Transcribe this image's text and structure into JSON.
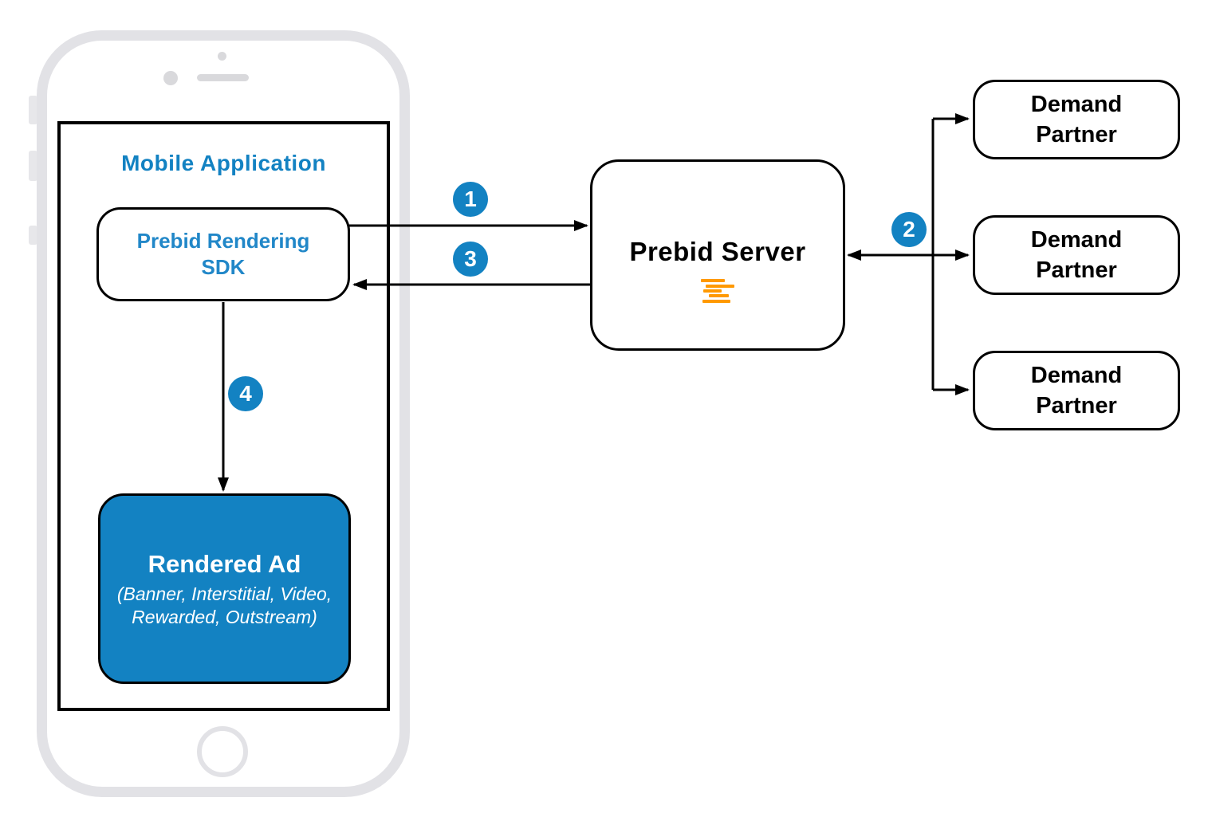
{
  "colors": {
    "accent_blue": "#1382c2",
    "logo_orange": "#ff9900",
    "phone_gray": "#e2e2e6",
    "line_black": "#000000"
  },
  "mobile_app": {
    "title": "Mobile Application"
  },
  "sdk_box": {
    "line1": "Prebid Rendering",
    "line2": "SDK"
  },
  "rendered_ad": {
    "title": "Rendered Ad",
    "subtitle_line1": "(Banner, Interstitial, Video,",
    "subtitle_line2": "Rewarded, Outstream)"
  },
  "prebid_server": {
    "label": "Prebid Server",
    "logo_icon": "prebid-logo-bars"
  },
  "demand_partners": [
    {
      "line1": "Demand",
      "line2": "Partner"
    },
    {
      "line1": "Demand",
      "line2": "Partner"
    },
    {
      "line1": "Demand",
      "line2": "Partner"
    }
  ],
  "flow_steps": [
    {
      "number": "1"
    },
    {
      "number": "2"
    },
    {
      "number": "3"
    },
    {
      "number": "4"
    }
  ]
}
